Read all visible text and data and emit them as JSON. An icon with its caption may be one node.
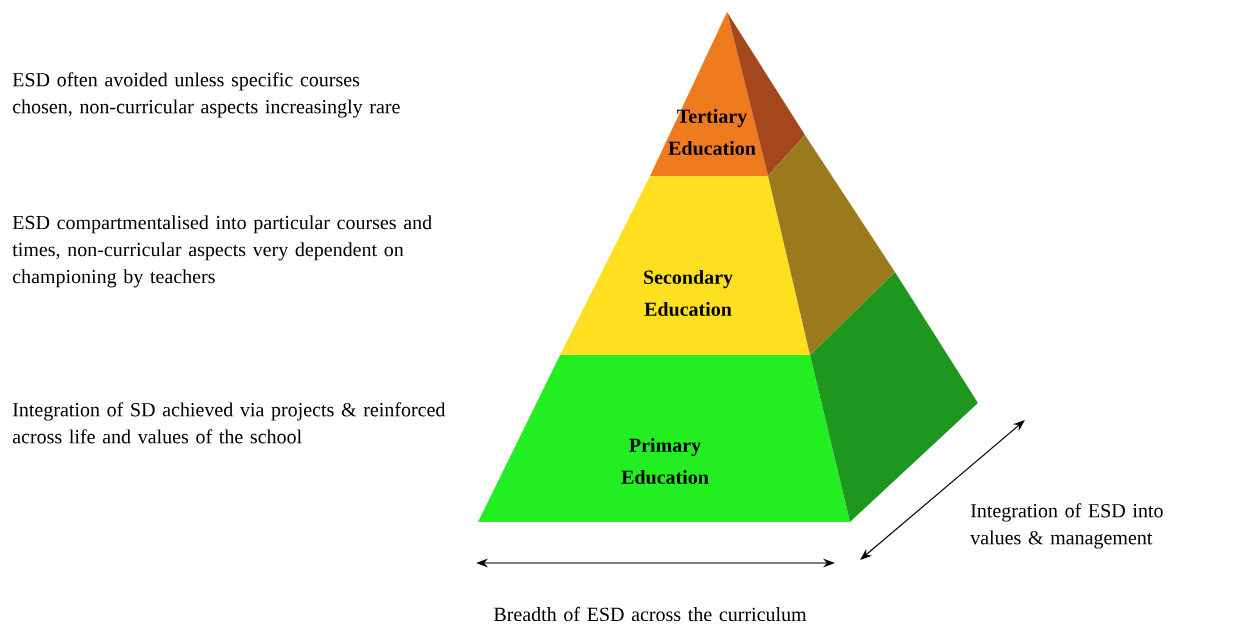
{
  "diagram": {
    "nodes": [
      {
        "text": [
          "Tertiary Education"
        ]
      },
      {
        "text": [
          "Secondary Education"
        ]
      },
      {
        "text": [
          "Primary Education"
        ]
      }
    ],
    "labels": [
      "ESD often avoided unless specific courses chosen, non-curricular aspects increasingly rare",
      "ESD compartmentalised into particular courses and times, non-curricular aspects very dependent on championing by teachers",
      "Integration of SD achieved via projects & reinforced across life and values of the school",
      "Integration of ESD into values & management",
      "Breadth of ESD across the curriculum"
    ]
  }
}
